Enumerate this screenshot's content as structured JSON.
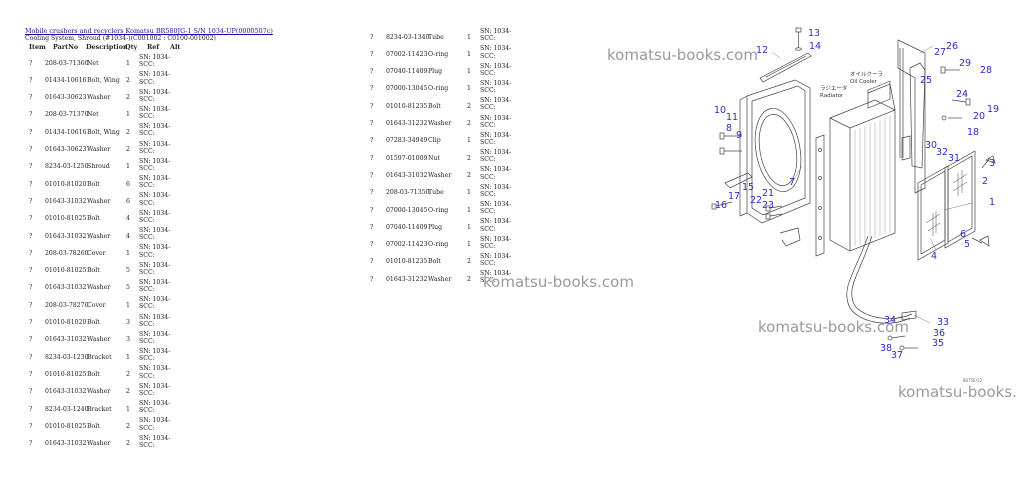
{
  "header": {
    "link_text": "Mobile crushers and recyclers Komatsu BR580JG-1 S/N 1034-UP(0000507c)",
    "subtitle": "Cooling System, Shroud (#1034-)(C001002 : C0100-001002)"
  },
  "columns": {
    "item": "Item",
    "partno": "PartNo",
    "description": "Description",
    "qty": "Qty",
    "ref": "Ref",
    "alt": "Alt"
  },
  "left_rows": [
    {
      "item": "?",
      "partno": "208-03-71360",
      "desc": "Net",
      "qty": "1",
      "ref": "SN: 1034-SCC:"
    },
    {
      "item": "?",
      "partno": "01434-10616",
      "desc": "Bolt, Wing",
      "qty": "2",
      "ref": "SN: 1034-SCC:"
    },
    {
      "item": "?",
      "partno": "01643-30623",
      "desc": "Washer",
      "qty": "2",
      "ref": "SN: 1034-SCC:"
    },
    {
      "item": "?",
      "partno": "208-03-71370",
      "desc": "Net",
      "qty": "1",
      "ref": "SN: 1034-SCC:"
    },
    {
      "item": "?",
      "partno": "01434-10616",
      "desc": "Bolt, Wing",
      "qty": "2",
      "ref": "SN: 1034-SCC:"
    },
    {
      "item": "?",
      "partno": "01643-30623",
      "desc": "Washer",
      "qty": "2",
      "ref": "SN: 1034-SCC:"
    },
    {
      "item": "?",
      "partno": "8234-03-1250",
      "desc": "Shroud",
      "qty": "1",
      "ref": "SN: 1034-SCC:"
    },
    {
      "item": "?",
      "partno": "01010-81020",
      "desc": "Bolt",
      "qty": "6",
      "ref": "SN: 1034-SCC:"
    },
    {
      "item": "?",
      "partno": "01643-31032",
      "desc": "Washer",
      "qty": "6",
      "ref": "SN: 1034-SCC:"
    },
    {
      "item": "?",
      "partno": "01010-81025",
      "desc": "Bolt",
      "qty": "4",
      "ref": "SN: 1034-SCC:"
    },
    {
      "item": "?",
      "partno": "01643-31032",
      "desc": "Washer",
      "qty": "4",
      "ref": "SN: 1034-SCC:"
    },
    {
      "item": "?",
      "partno": "208-03-78260",
      "desc": "Cover",
      "qty": "1",
      "ref": "SN: 1034-SCC:"
    },
    {
      "item": "?",
      "partno": "01010-81025",
      "desc": "Bolt",
      "qty": "5",
      "ref": "SN: 1034-SCC:"
    },
    {
      "item": "?",
      "partno": "01643-31032",
      "desc": "Washer",
      "qty": "5",
      "ref": "SN: 1034-SCC:"
    },
    {
      "item": "?",
      "partno": "208-03-78270",
      "desc": "Cover",
      "qty": "1",
      "ref": "SN: 1034-SCC:"
    },
    {
      "item": "?",
      "partno": "01010-81020",
      "desc": "Bolt",
      "qty": "3",
      "ref": "SN: 1034-SCC:"
    },
    {
      "item": "?",
      "partno": "01643-31032",
      "desc": "Washer",
      "qty": "3",
      "ref": "SN: 1034-SCC:"
    },
    {
      "item": "?",
      "partno": "8234-03-1230",
      "desc": "Bracket",
      "qty": "1",
      "ref": "SN: 1034-SCC:"
    },
    {
      "item": "?",
      "partno": "01010-81025",
      "desc": "Bolt",
      "qty": "2",
      "ref": "SN: 1034-SCC:"
    },
    {
      "item": "?",
      "partno": "01643-31032",
      "desc": "Washer",
      "qty": "2",
      "ref": "SN: 1034-SCC:"
    },
    {
      "item": "?",
      "partno": "8234-03-1240",
      "desc": "Bracket",
      "qty": "1",
      "ref": "SN: 1034-SCC:"
    },
    {
      "item": "?",
      "partno": "01010-81025",
      "desc": "Bolt",
      "qty": "2",
      "ref": "SN: 1034-SCC:"
    },
    {
      "item": "?",
      "partno": "01643-31032",
      "desc": "Washer",
      "qty": "2",
      "ref": "SN: 1034-SCC:"
    }
  ],
  "right_rows": [
    {
      "item": "?",
      "partno": "8234-03-1340",
      "desc": "Tube",
      "qty": "1",
      "ref": "SN: 1034-SCC:"
    },
    {
      "item": "?",
      "partno": "07002-11423",
      "desc": "O-ring",
      "qty": "1",
      "ref": "SN: 1034-SCC:"
    },
    {
      "item": "?",
      "partno": "07040-11409",
      "desc": "Plug",
      "qty": "1",
      "ref": "SN: 1034-SCC:"
    },
    {
      "item": "?",
      "partno": "07000-13045",
      "desc": "O-ring",
      "qty": "1",
      "ref": "SN: 1034-SCC:"
    },
    {
      "item": "?",
      "partno": "01010-81235",
      "desc": "Bolt",
      "qty": "2",
      "ref": "SN: 1034-SCC:"
    },
    {
      "item": "?",
      "partno": "01643-31232",
      "desc": "Washer",
      "qty": "2",
      "ref": "SN: 1034-SCC:"
    },
    {
      "item": "?",
      "partno": "07283-34949",
      "desc": "Clip",
      "qty": "1",
      "ref": "SN: 1034-SCC:"
    },
    {
      "item": "?",
      "partno": "01597-01009",
      "desc": "Nut",
      "qty": "2",
      "ref": "SN: 1034-SCC:"
    },
    {
      "item": "?",
      "partno": "01643-31032",
      "desc": "Washer",
      "qty": "2",
      "ref": "SN: 1034-SCC:"
    },
    {
      "item": "?",
      "partno": "208-03-71350",
      "desc": "Tube",
      "qty": "1",
      "ref": "SN: 1034-SCC:"
    },
    {
      "item": "?",
      "partno": "07000-13045",
      "desc": "O-ring",
      "qty": "1",
      "ref": "SN: 1034-SCC:"
    },
    {
      "item": "?",
      "partno": "07040-11409",
      "desc": "Plug",
      "qty": "1",
      "ref": "SN: 1034-SCC:"
    },
    {
      "item": "?",
      "partno": "07002-11423",
      "desc": "O-ring",
      "qty": "1",
      "ref": "SN: 1034-SCC:"
    },
    {
      "item": "?",
      "partno": "01010-81235",
      "desc": "Bolt",
      "qty": "2",
      "ref": "SN: 1034-SCC:"
    },
    {
      "item": "?",
      "partno": "01643-31232",
      "desc": "Washer",
      "qty": "2",
      "ref": "SN: 1034-SCC:"
    }
  ],
  "diagram": {
    "callouts": [
      "1",
      "2",
      "3",
      "4",
      "5",
      "6",
      "7",
      "8",
      "9",
      "10",
      "11",
      "12",
      "13",
      "14",
      "15",
      "16",
      "17",
      "18",
      "19",
      "20",
      "21",
      "22",
      "23",
      "24",
      "25",
      "26",
      "27",
      "28",
      "29",
      "30",
      "31",
      "32",
      "33",
      "34",
      "35",
      "36",
      "37",
      "38"
    ],
    "label_radiator_jp": "ラジエータ",
    "label_radiator": "Radiator",
    "label_oilcooler_jp": "オイルクーラ",
    "label_oilcooler": "Oil Cooler",
    "figure_number": "8075E/12"
  },
  "watermarks": [
    "komatsu-books.com",
    "komatsu-books.com",
    "komatsu-books.com",
    "komatsu-books."
  ],
  "colors": {
    "link": "#1a0dab",
    "callout": "#2d2dc8",
    "watermark": "#9a9a9a"
  }
}
